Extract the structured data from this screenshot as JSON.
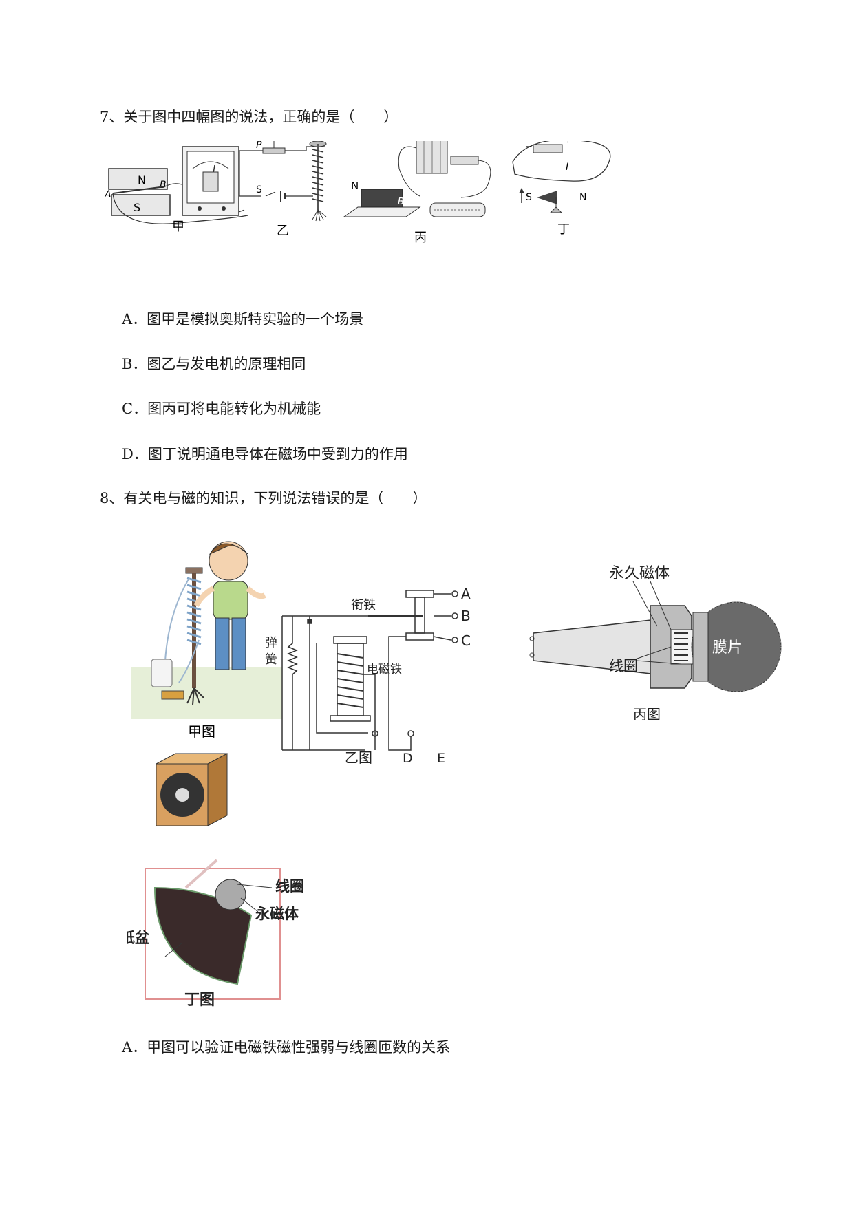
{
  "q7": {
    "stem": "7、关于图中四幅图的说法，正确的是（　　）",
    "figure_captions": [
      "甲",
      "乙",
      "丙",
      "丁"
    ],
    "figure_labels": {
      "jia": [
        "N",
        "B",
        "A",
        "S"
      ],
      "yi": [
        "P",
        "S"
      ],
      "bing": [
        "N",
        "B"
      ],
      "ding": [
        "I",
        "S",
        "N",
        "−",
        "+"
      ]
    },
    "options": [
      "A．图甲是模拟奥斯特实验的一个场景",
      "B．图乙与发电机的原理相同",
      "C．图丙可将电能转化为机械能",
      "D．图丁说明通电导体在磁场中受到力的作用"
    ]
  },
  "q8": {
    "stem": "8、有关电与磁的知识，下列说法错误的是（　　）",
    "figure_captions": [
      "甲图",
      "乙图",
      "丙图",
      "丁图"
    ],
    "yi_labels": [
      "衔铁",
      "A",
      "B",
      "C",
      "弹",
      "簧",
      "电磁铁",
      "D",
      "E"
    ],
    "bing_labels": [
      "永久磁体",
      "膜片",
      "线圈"
    ],
    "ding_labels": [
      "线圈",
      "永磁体",
      "纸盆"
    ],
    "options": [
      "A．甲图可以验证电磁铁磁性强弱与线圈匝数的关系"
    ]
  }
}
